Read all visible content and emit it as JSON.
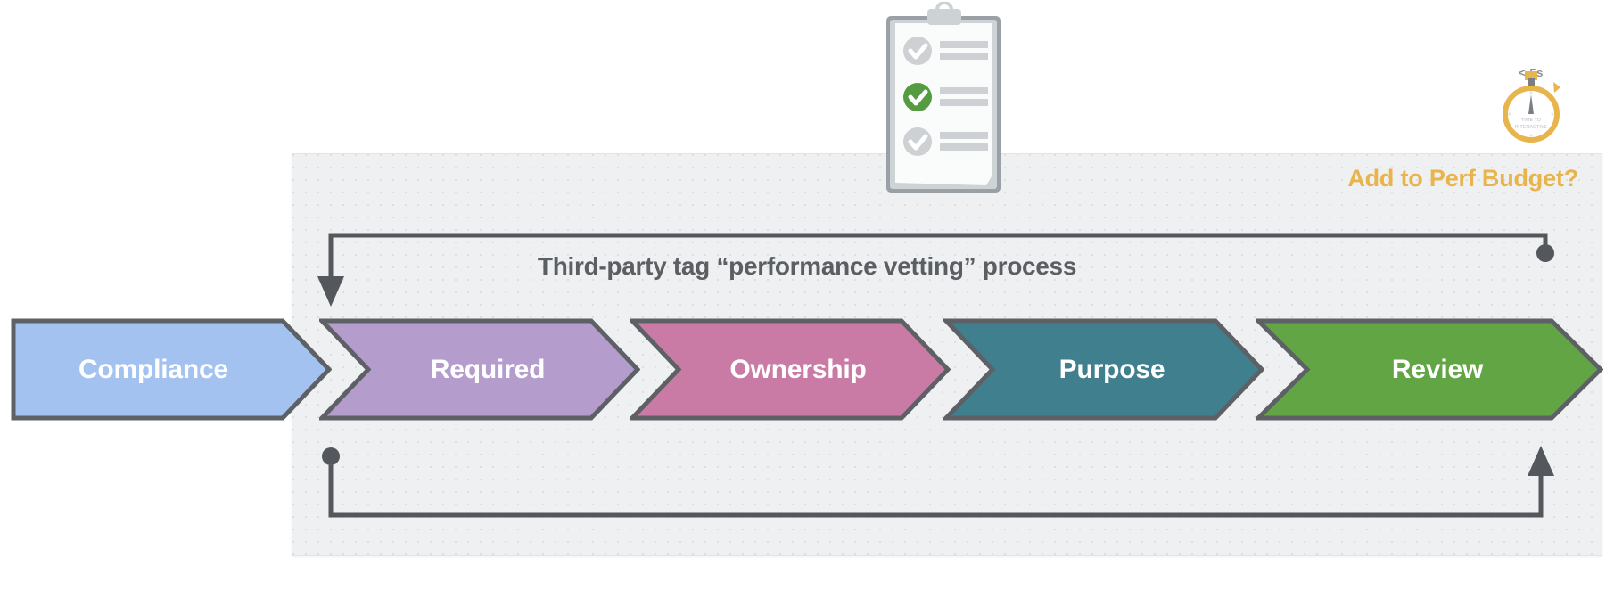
{
  "panel": {
    "title": "Third-party tag “performance vetting” process",
    "perf_budget_label": "Add to Perf Budget?",
    "background_color": "#eef0f1"
  },
  "stages": [
    {
      "label": "Compliance",
      "color": "#a3c2f0",
      "shape": "start"
    },
    {
      "label": "Required",
      "color": "#b49ccd",
      "shape": "chevron"
    },
    {
      "label": "Ownership",
      "color": "#c97ba5",
      "shape": "chevron"
    },
    {
      "label": "Purpose",
      "color": "#3f7f8e",
      "shape": "chevron"
    },
    {
      "label": "Review",
      "color": "#62a544",
      "shape": "chevron"
    }
  ],
  "connectors": {
    "top": {
      "start_marker": "dot",
      "end_marker": "arrow",
      "direction": "right-to-left",
      "color": "#54585c"
    },
    "bottom": {
      "start_marker": "dot",
      "end_marker": "arrow",
      "direction": "left-to-right",
      "color": "#54585c"
    }
  },
  "illustrations": {
    "clipboard": {
      "name": "checklist-clipboard",
      "checks": [
        {
          "state": "pending",
          "color": "#cdd1d4"
        },
        {
          "state": "complete",
          "color": "#559B3F"
        },
        {
          "state": "pending",
          "color": "#cdd1d4"
        }
      ]
    },
    "stopwatch": {
      "name": "time-to-interactive-stopwatch",
      "badge": "< 5s",
      "face_line_1": "TIME TO",
      "face_line_2": "INTERACTIVE",
      "color": "#e8b44c"
    }
  }
}
